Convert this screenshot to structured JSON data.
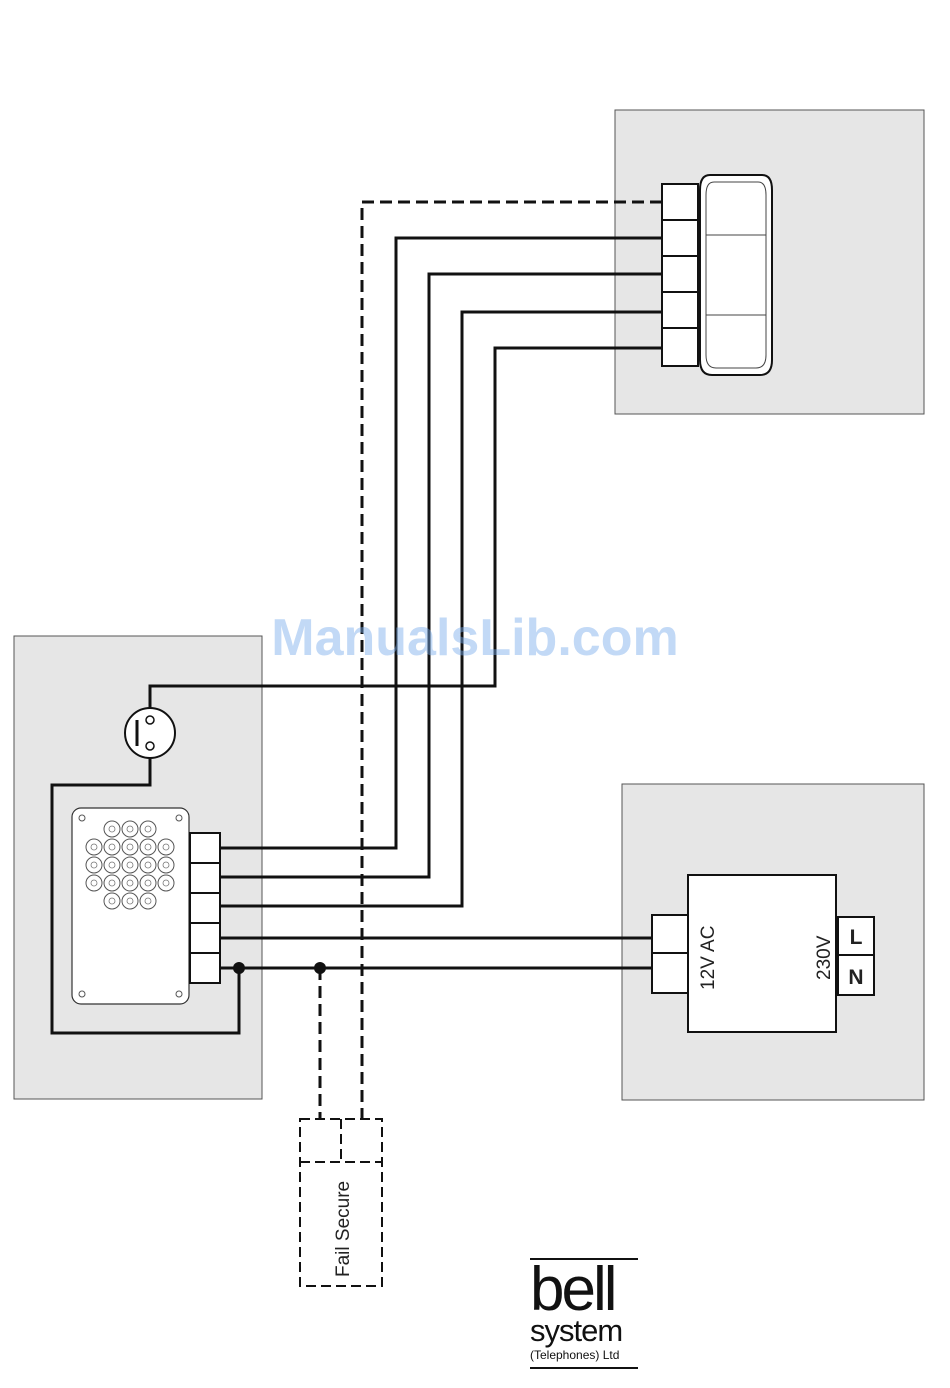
{
  "watermark": "ManualsLib.com",
  "power_supply": {
    "output_label": "12V AC",
    "input_label": "230V",
    "live_terminal": "L",
    "neutral_terminal": "N"
  },
  "lock": {
    "label": "Fail Secure"
  },
  "logo": {
    "line1": "bell",
    "line2": "system",
    "line3": "(Telephones) Ltd"
  }
}
